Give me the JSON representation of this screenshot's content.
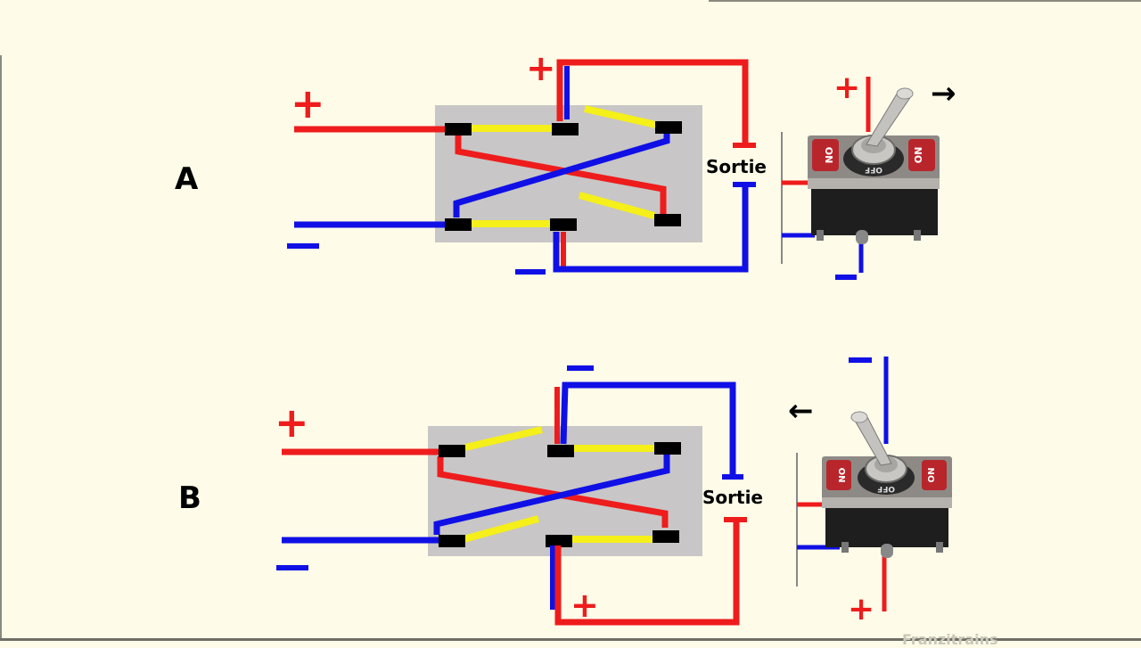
{
  "diagram": {
    "title": "Inverseur de polarité - interrupteur DPDT",
    "colors": {
      "background": "#fefce8",
      "positive": "#ee1c1c",
      "negative": "#1010e6",
      "contact": "#f5ef1a",
      "terminal": "#000000",
      "body": "#c8c6c6"
    },
    "panels": [
      {
        "id": "A",
        "label": "A",
        "input_plus": "+",
        "input_minus": "−",
        "top_sign": "+",
        "bottom_sign": "−",
        "output_label": "Sortie",
        "switch_plus": "+",
        "switch_minus": "−",
        "switch_on_left": "ON",
        "switch_on_right": "ON",
        "switch_off": "OFF",
        "arrow": "→",
        "lever_direction": "right"
      },
      {
        "id": "B",
        "label": "B",
        "input_plus": "+",
        "input_minus": "−",
        "top_sign": "−",
        "bottom_sign": "+",
        "output_label": "Sortie",
        "switch_plus": "+",
        "switch_minus": "−",
        "switch_on_left": "ON",
        "switch_on_right": "ON",
        "switch_off": "OFF",
        "arrow": "←",
        "lever_direction": "left"
      }
    ],
    "watermark": "Franzitrains"
  }
}
